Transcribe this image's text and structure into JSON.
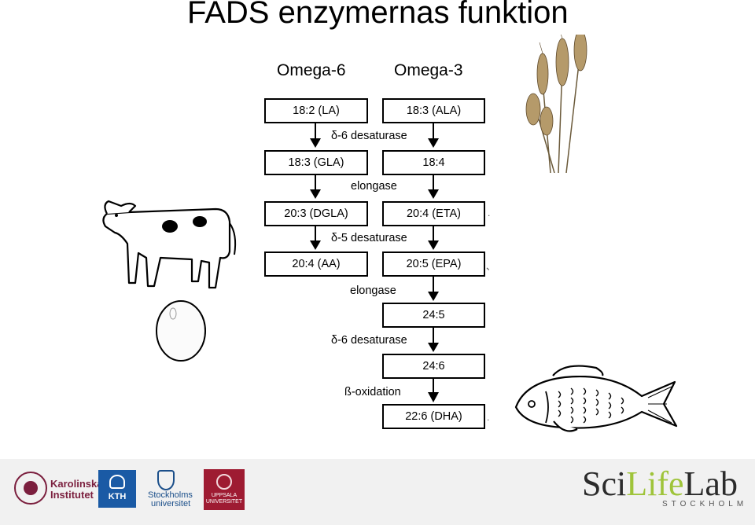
{
  "title": "FADS enzymernas funktion",
  "columns": {
    "omega6": "Omega-6",
    "omega3": "Omega-3"
  },
  "omega6_boxes": [
    "18:2 (LA)",
    "18:3 (GLA)",
    "20:3 (DGLA)",
    "20:4 (AA)"
  ],
  "omega3_boxes": [
    "18:3 (ALA)",
    "18:4",
    "20:4 (ETA)",
    "20:5 (EPA)",
    "24:5",
    "24:6",
    "22:6 (DHA)"
  ],
  "enzymes": [
    "δ-6 desaturase",
    "elongase",
    "δ-5 desaturase",
    "elongase",
    "δ-6 desaturase",
    "ß-oxidation"
  ],
  "images": {
    "wheat": "wheat-icon",
    "cow": "cow-icon",
    "egg": "egg-icon",
    "fish": "fish-icon"
  },
  "footer": {
    "karolinska": [
      "Karolinska",
      "Institutet"
    ],
    "kth": "KTH",
    "stockholm": [
      "Stockholms",
      "universitet"
    ],
    "uppsala": [
      "UPPSALA",
      "UNIVERSITET"
    ],
    "scilifelab": {
      "sci": "Sci",
      "life": "Life",
      "lab": "Lab",
      "city": "STOCKHOLM"
    }
  },
  "colors": {
    "karolinska": "#7b1f3e",
    "kth": "#1a5aa5",
    "uppsala": "#9e1b32",
    "scilife_green": "#9fc43a"
  }
}
